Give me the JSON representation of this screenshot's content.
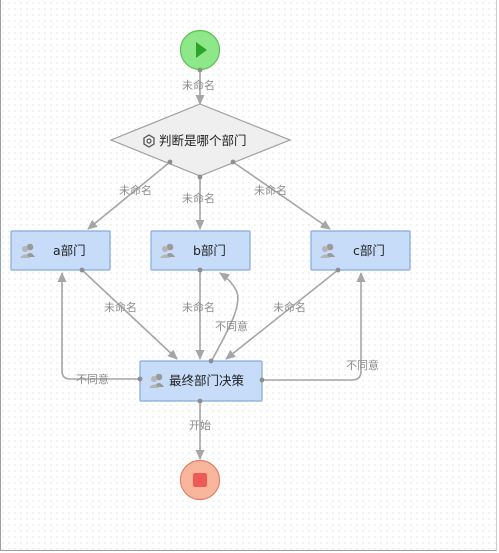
{
  "diagram": {
    "decision": {
      "label": "判断是哪个部门",
      "icon": "decision-gear-icon"
    },
    "tasks": [
      {
        "id": "a",
        "label": "a部门",
        "icon": "user-group-icon"
      },
      {
        "id": "b",
        "label": "b部门",
        "icon": "user-group-icon"
      },
      {
        "id": "c",
        "label": "c部门",
        "icon": "user-group-icon"
      },
      {
        "id": "final",
        "label": "最终部门决策",
        "icon": "user-group-icon"
      }
    ],
    "edge_labels": {
      "start_to_decision": "未命名",
      "decision_to_a": "未命名",
      "decision_to_b": "未命名",
      "decision_to_c": "未命名",
      "a_to_final": "未命名",
      "b_to_final": "未命名",
      "c_to_final": "未命名",
      "final_to_b": "不同意",
      "final_to_a": "不同意",
      "final_to_c": "不同意",
      "final_to_end": "开始"
    },
    "colors": {
      "start_fill": "#8ee88a",
      "start_stroke": "#5cbf55",
      "play_icon": "#2ea32a",
      "end_fill": "#f8b79d",
      "end_stroke": "#e0806a",
      "stop_icon": "#ee5a55",
      "task_fill": "#c6dcf8",
      "task_stroke": "#84acd9",
      "connector": "#a6a6a6"
    }
  }
}
